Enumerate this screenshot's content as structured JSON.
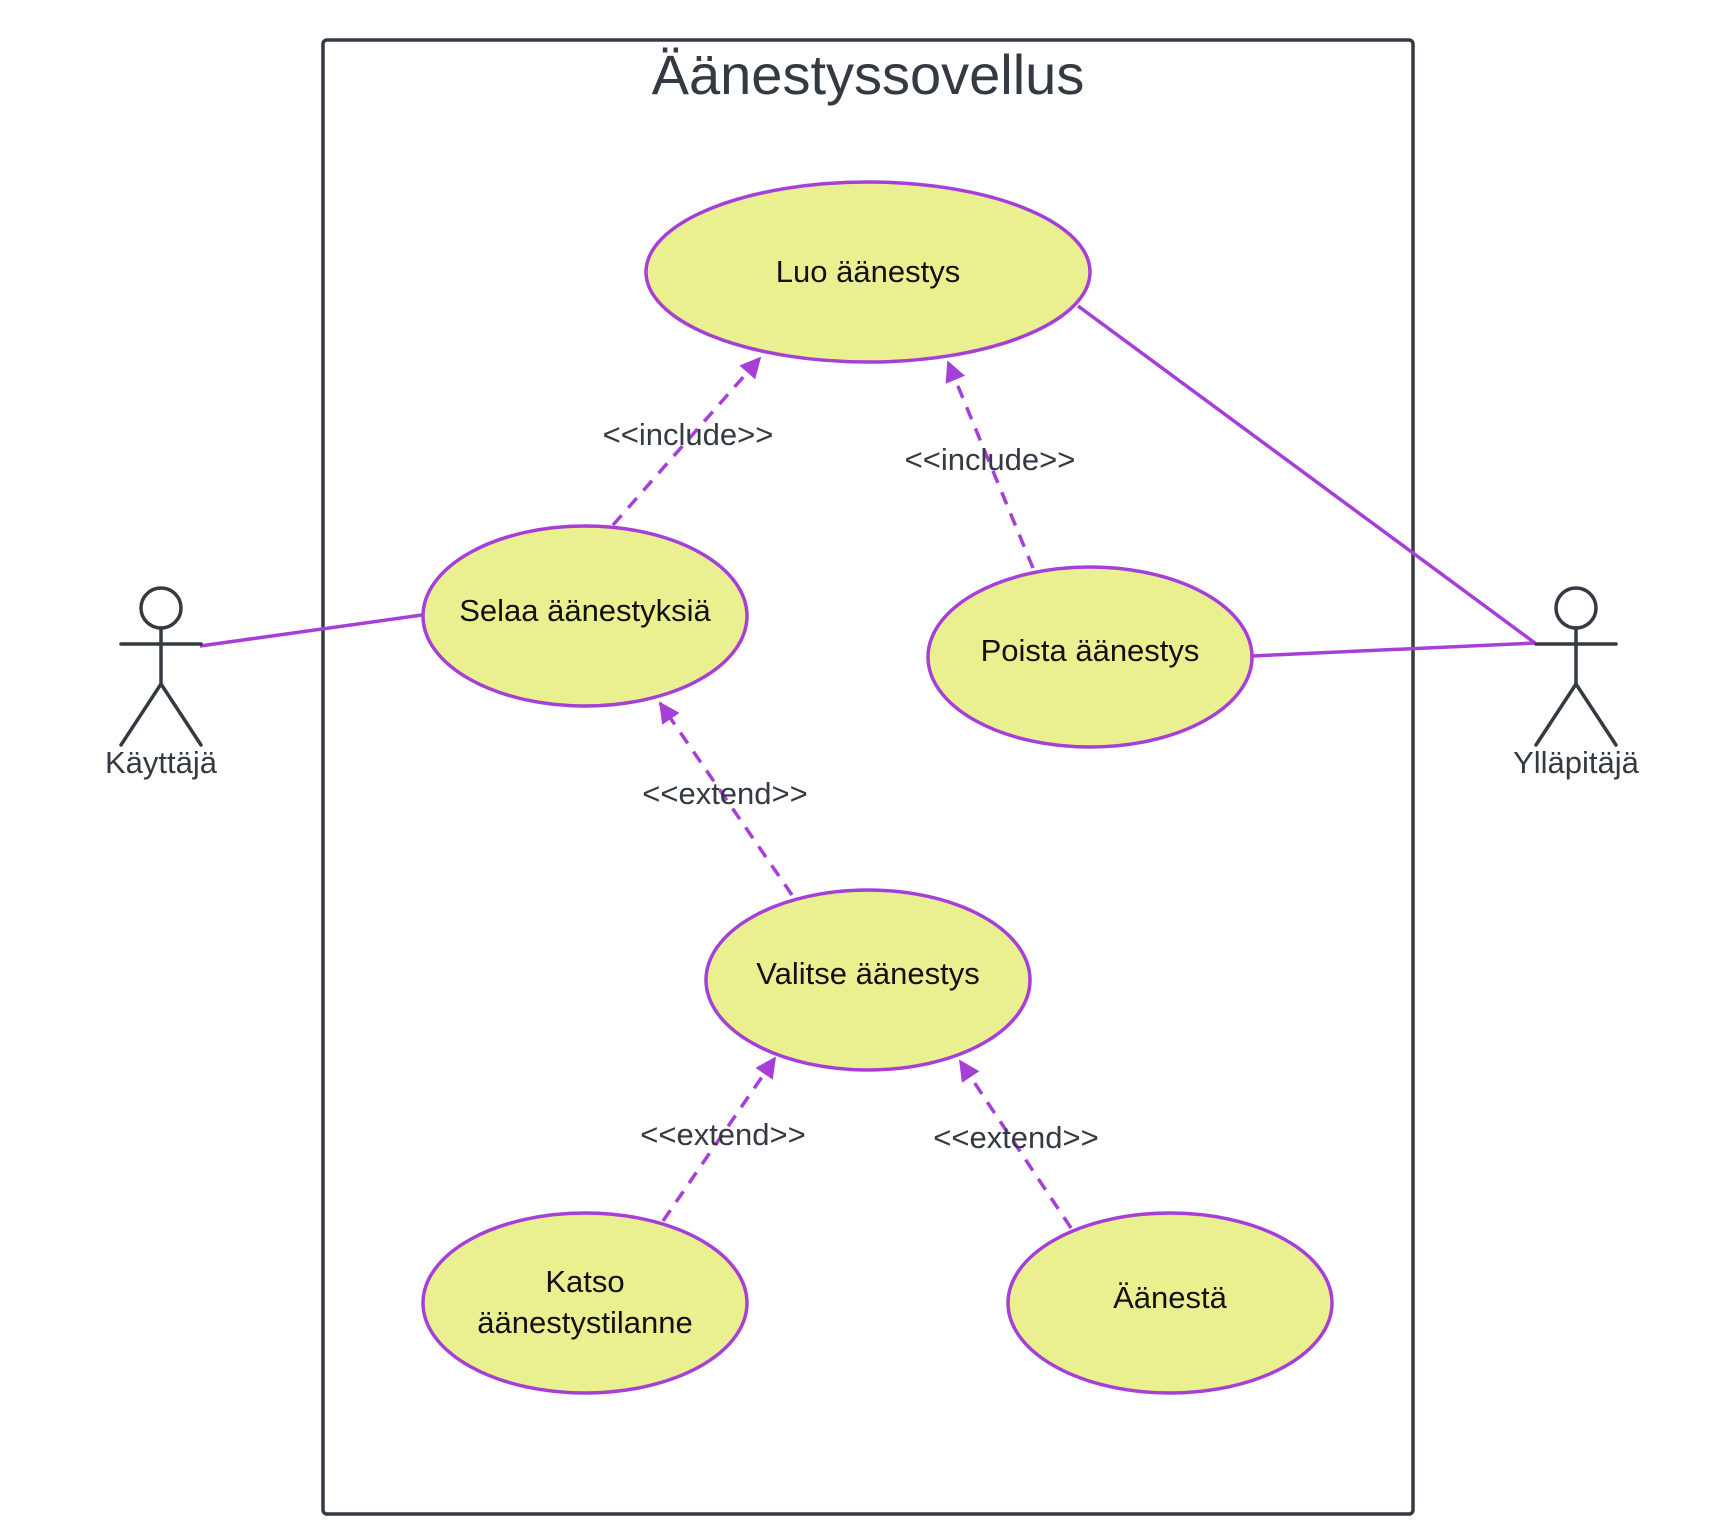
{
  "colors": {
    "accent": "#a63fd8",
    "ellipse_fill": "#eaef8f",
    "frame": "#333a42",
    "text": "#111111"
  },
  "system": {
    "title": "Äänestyssovellus"
  },
  "actors": {
    "user": {
      "label": "Käyttäjä"
    },
    "admin": {
      "label": "Ylläpitäjä"
    }
  },
  "use_cases": {
    "create_poll": {
      "label": "Luo äänestys"
    },
    "browse_polls": {
      "label": "Selaa äänestyksiä"
    },
    "delete_poll": {
      "label": "Poista äänestys"
    },
    "select_poll": {
      "label": "Valitse äänestys"
    },
    "view_status": {
      "line1": "Katso",
      "line2": "äänestystilanne"
    },
    "vote": {
      "label": "Äänestä"
    }
  },
  "relations": {
    "include_browse": "<<include>>",
    "include_delete": "<<include>>",
    "extend_select": "<<extend>>",
    "extend_view": "<<extend>>",
    "extend_vote": "<<extend>>"
  }
}
